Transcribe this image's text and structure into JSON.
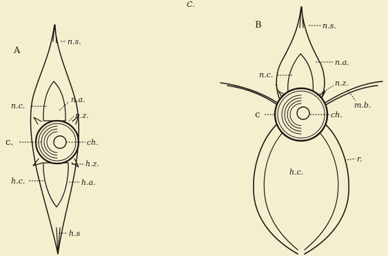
{
  "figure": {
    "top_mark": "C.",
    "panel_a": {
      "letter": "A",
      "labels": {
        "ns": "n.s.",
        "na": "n.a.",
        "nc": "n.c.",
        "nz": "n.z.",
        "c": "c.",
        "ch": "ch.",
        "hz": "h.z.",
        "hc": "h.c.",
        "ha": "h.a.",
        "hs": "h.s"
      }
    },
    "panel_b": {
      "letter": "B",
      "labels": {
        "ns": "n.s.",
        "na": "n.a.",
        "nc": "n.c.",
        "nz": "n.z.",
        "mb": "m.b.",
        "c": "c",
        "ch": "ch.",
        "r": "r.",
        "hc": "h.c."
      }
    }
  }
}
